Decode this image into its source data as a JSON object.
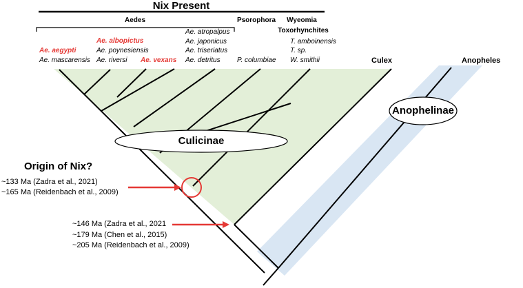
{
  "header": {
    "title": "Nix Present",
    "aedes": "Aedes",
    "psorophora": "Psorophora",
    "wyeomia": "Wyeomia",
    "toxorhynchites": "Toxorhynchites"
  },
  "species": {
    "col1": [
      "Ae. aegypti",
      "Ae. mascarensis"
    ],
    "col2": [
      "Ae. albopictus",
      "Ae. poynesiensis",
      "Ae. riversi"
    ],
    "vexans": "Ae. vexans",
    "col3": [
      "Ae. atropalpus",
      "Ae. japonicus",
      "Ae. triseriatus",
      "Ae. detritus"
    ],
    "psorophora": "P. columbiae",
    "col5": [
      "T. amboinensis",
      "T. sp.",
      "W. smithii"
    ]
  },
  "clades": {
    "culex": "Culex",
    "anopheles": "Anopheles",
    "culicinae": "Culicinae",
    "anophelinae": "Anophelinae"
  },
  "origin": {
    "title": "Origin of Nix?",
    "estimates": [
      "~133 Ma (Zadra et al., 2021)",
      "~165 Ma (Reidenbach et al., 2009)"
    ]
  },
  "split": {
    "estimates": [
      "~146 Ma (Zadra et al., 2021",
      "~179 Ma (Chen et al., 2015)",
      "~205 Ma (Reidenbach et al., 2009)"
    ]
  },
  "colors": {
    "culicinae_fill": "#e3efd8",
    "anophelinae_fill": "#d9e6f3",
    "highlight": "#e53935",
    "line": "#000000"
  }
}
